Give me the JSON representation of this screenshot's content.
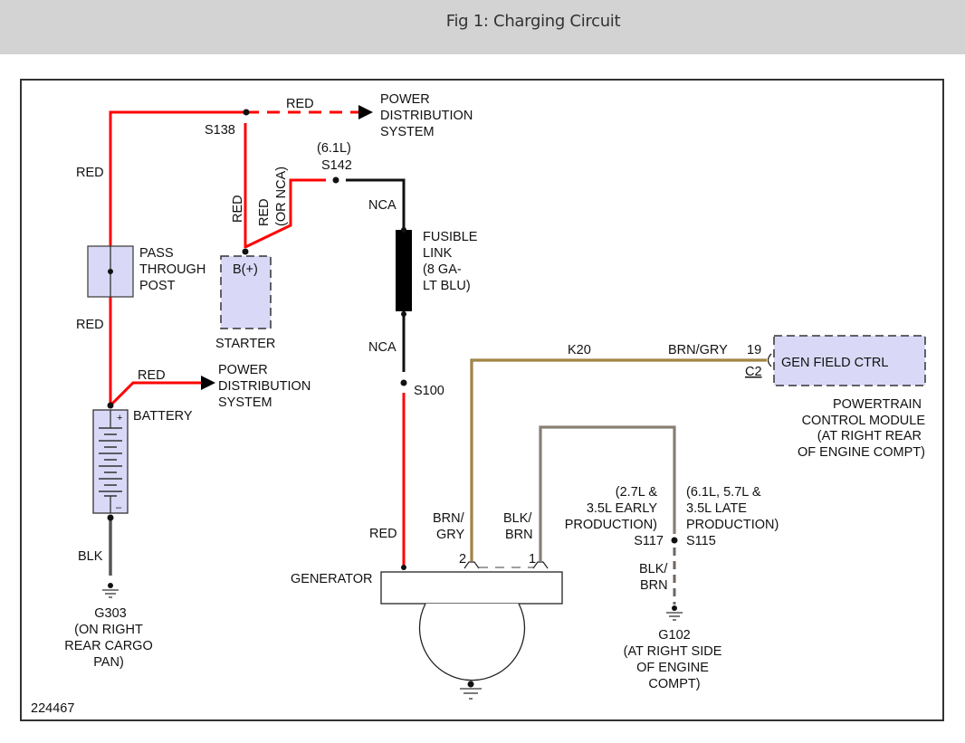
{
  "header": {
    "title": "Fig 1: Charging Circuit"
  },
  "diagram": {
    "figure_id": "224467",
    "colors": {
      "red_wire": "#ff0000",
      "black_wire": "#111111",
      "brn_gry_wire": "#806020",
      "blk_brn_wire": "#6b6560",
      "blk_wire": "#555555",
      "component_fill": "#d9d9f7",
      "component_stroke": "#333333"
    },
    "wires": {
      "red_top_left": "RED",
      "red_dashed_top": "RED",
      "red_left_mid": "RED",
      "red_s138_down": "RED",
      "red_or_nca_1": "RED",
      "red_or_nca_2": "(OR NCA)",
      "nca_top": "NCA",
      "nca_mid": "NCA",
      "red_battery_branch": "RED",
      "red_generator": "RED",
      "blk_battery": "BLK",
      "k20_circuit": "K20",
      "k20_color": "BRN/GRY",
      "brn_gry_1": "BRN/",
      "brn_gry_2": "GRY",
      "blk_brn_gen_1": "BLK/",
      "blk_brn_gen_2": "BRN",
      "blk_brn_ground_1": "BLK/",
      "blk_brn_ground_2": "BRN"
    },
    "splices": {
      "s138": "S138",
      "s142_note": "(6.1L)",
      "s142": "S142",
      "s100": "S100",
      "s117": "S117",
      "s115": "S115"
    },
    "components": {
      "pds_top": [
        "POWER",
        "DISTRIBUTION",
        "SYSTEM"
      ],
      "pds_bottom": [
        "POWER",
        "DISTRIBUTION",
        "SYSTEM"
      ],
      "pass_through_post": [
        "PASS",
        "THROUGH",
        "POST"
      ],
      "starter_terminal": "B(+)",
      "starter": "STARTER",
      "fusible_link": [
        "FUSIBLE",
        "LINK",
        "(8 GA-",
        "LT BLU)"
      ],
      "battery": "BATTERY",
      "battery_plus": "+",
      "battery_minus": "–",
      "generator": "GENERATOR",
      "gen_pin_2": "2",
      "gen_pin_1": "1",
      "pcm_pin": "19",
      "pcm_connector": "C2",
      "pcm_function": "GEN FIELD CTRL",
      "pcm": [
        "POWERTRAIN",
        "CONTROL MODULE",
        "(AT RIGHT REAR",
        "OF ENGINE COMPT)"
      ],
      "early_production": [
        "(2.7L &",
        "3.5L EARLY",
        "PRODUCTION)"
      ],
      "late_production": [
        "(6.1L, 5.7L &",
        "3.5L LATE",
        "PRODUCTION)"
      ],
      "g303": [
        "G303",
        "(ON RIGHT",
        "REAR CARGO",
        "PAN)"
      ],
      "g102": [
        "G102",
        "(AT RIGHT SIDE",
        "OF ENGINE",
        "COMPT)"
      ]
    }
  }
}
